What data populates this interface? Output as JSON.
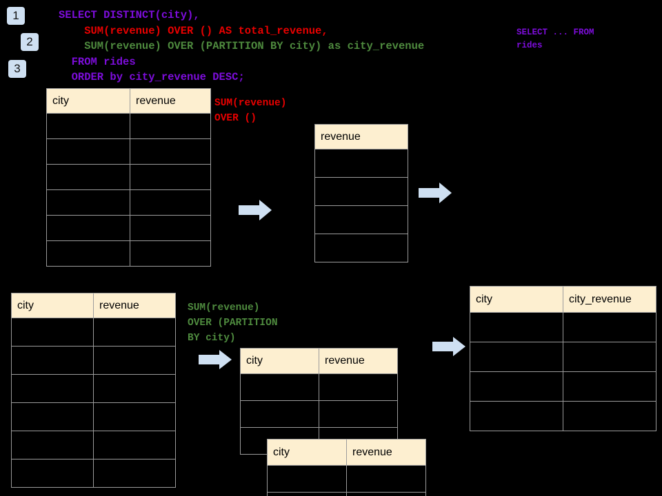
{
  "badges": [
    {
      "label": "1"
    },
    {
      "label": "2"
    },
    {
      "label": "3"
    }
  ],
  "sql": {
    "line1": "SELECT DISTINCT(city),",
    "line2": "    SUM(revenue) OVER () AS total_revenue,",
    "line3": "    SUM(revenue) OVER (PARTITION BY city) as city_revenue",
    "line4": "  FROM rides",
    "line5": "  ORDER by city_revenue DESC;"
  },
  "fragment": {
    "line1": "SELECT ... FROM",
    "line2": "rides"
  },
  "annotations": {
    "total_revenue": "SUM(revenue)\nOVER ()",
    "city_revenue": "SUM(revenue)\nOVER (PARTITION\nBY city)"
  },
  "tables": {
    "source_top": {
      "name": "rides-source-table-top",
      "headers": [
        "city",
        "revenue"
      ],
      "row_count": 6
    },
    "total_revenue": {
      "name": "total-revenue-table",
      "headers": [
        "revenue"
      ],
      "row_count": 4
    },
    "source_bottom": {
      "name": "rides-source-table-bottom",
      "headers": [
        "city",
        "revenue"
      ],
      "row_count": 6
    },
    "partition_back": {
      "name": "partition-table-back",
      "headers": [
        "city",
        "revenue"
      ],
      "row_count": 3
    },
    "partition_front": {
      "name": "partition-table-front",
      "headers": [
        "city",
        "revenue"
      ],
      "row_count": 2
    },
    "result": {
      "name": "final-result-table",
      "headers": [
        "city",
        "city_revenue"
      ],
      "row_count": 4
    }
  },
  "colors": {
    "keyword_purple": "#7d0ddb",
    "total_red": "#e80000",
    "partition_green": "#4e8a3e",
    "header_cream": "#fdefd0",
    "arrow_blue": "#cfe0f2",
    "badge_blue": "#cfe0f2",
    "background": "#000000",
    "grid_line": "#9c9c9c"
  },
  "arrows": [
    {
      "name": "arrow-source-to-total"
    },
    {
      "name": "arrow-total-to-result"
    },
    {
      "name": "arrow-source-to-partition"
    },
    {
      "name": "arrow-partition-to-result"
    }
  ]
}
